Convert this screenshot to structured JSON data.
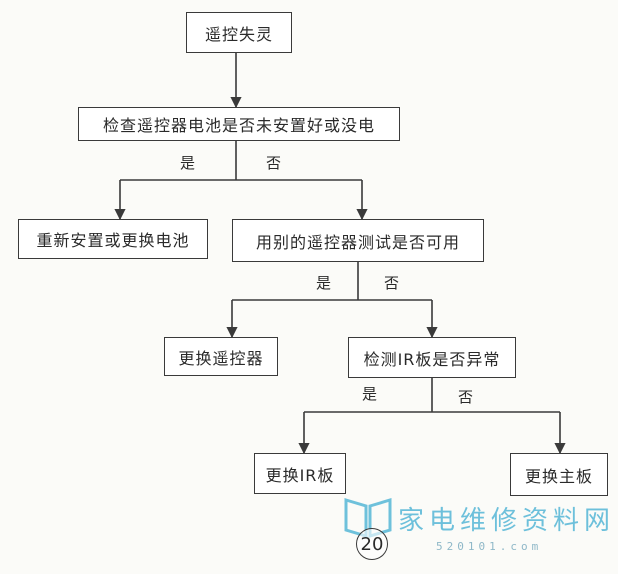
{
  "nodes": {
    "start": "遥控失灵",
    "check_battery": "检查遥控器电池是否未安置好或没电",
    "reinstall_battery": "重新安置或更换电池",
    "test_other_remote": "用别的遥控器测试是否可用",
    "replace_remote": "更换遥控器",
    "check_ir_board": "检测IR板是否异常",
    "replace_ir_board": "更换IR板",
    "replace_main_board": "更换主板"
  },
  "labels": {
    "yes_1": "是",
    "no_1": "否",
    "yes_2": "是",
    "no_2": "否",
    "yes_3": "是",
    "no_3": "否"
  },
  "watermark": {
    "text": "家电维修资料网",
    "url": "520101.com"
  },
  "page_number": "20",
  "colors": {
    "line": "#3a3a3a",
    "watermark": "#55b6d6"
  }
}
